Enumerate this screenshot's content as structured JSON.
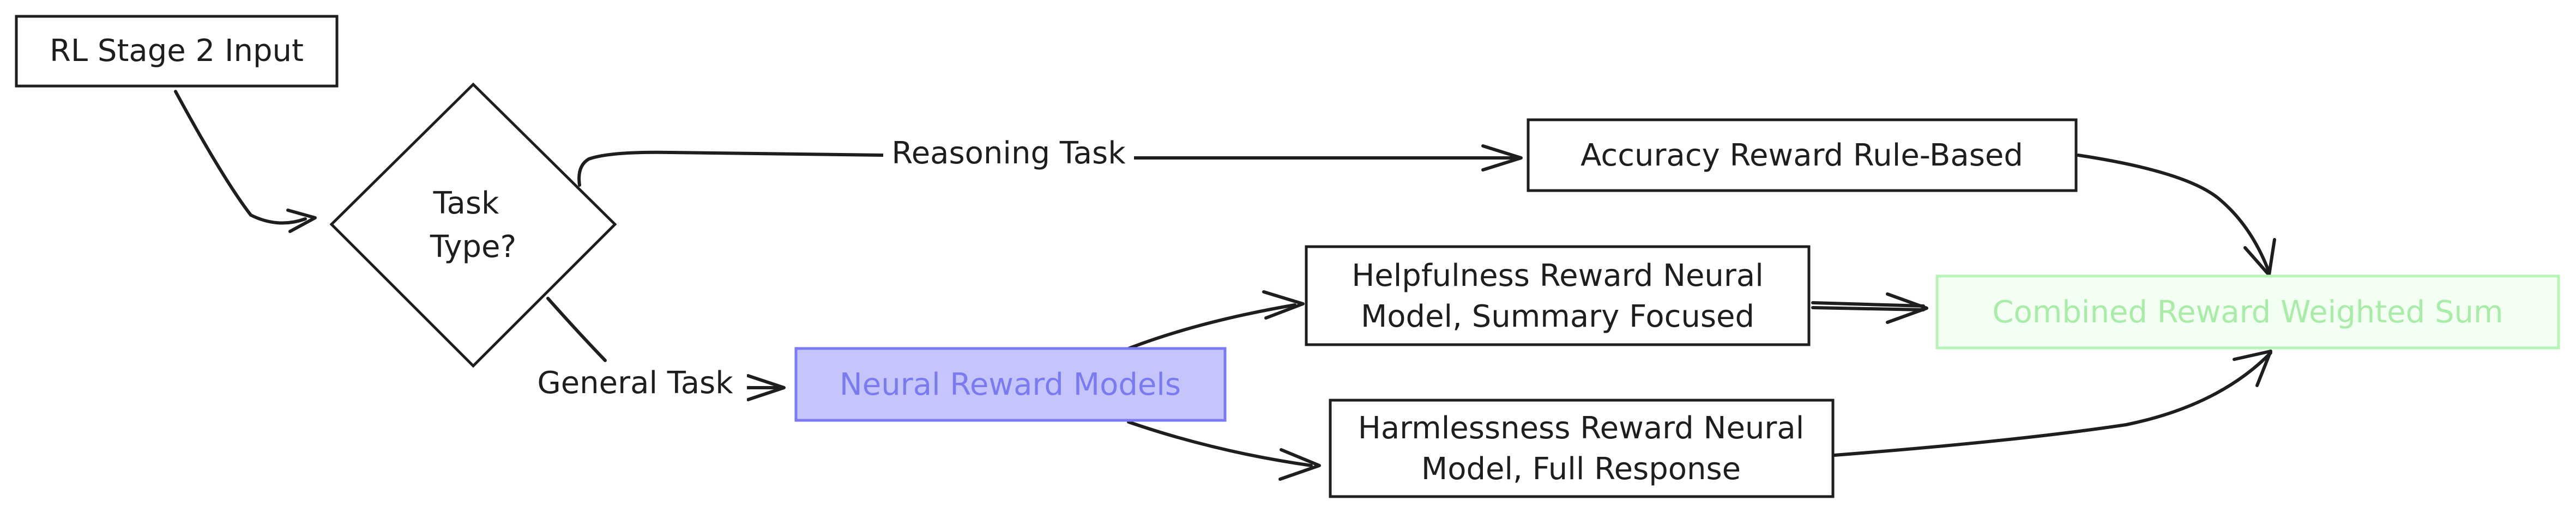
{
  "diagram": {
    "nodes": {
      "input": {
        "label": "RL Stage 2 Input"
      },
      "decision": {
        "lines": [
          "Task",
          "Type?"
        ]
      },
      "accuracy": {
        "label": "Accuracy Reward Rule-Based"
      },
      "helpfulness": {
        "lines": [
          "Helpfulness Reward Neural",
          "Model, Summary Focused"
        ]
      },
      "neural": {
        "label": "Neural Reward Models",
        "fill": "#c5c5fb",
        "stroke": "#7b7bf1",
        "text_color": "#7b7bf1"
      },
      "harmlessness": {
        "lines": [
          "Harmlessness Reward Neural",
          "Model, Full Response"
        ]
      },
      "combined": {
        "label": "Combined Reward Weighted Sum",
        "fill": "#f3fff3",
        "stroke": "#b7f5b7",
        "text_color": "#a8eca8"
      }
    },
    "edges": {
      "reasoning": {
        "label": "Reasoning Task"
      },
      "general": {
        "label": "General Task"
      }
    },
    "stroke_color": "#1e1e1e"
  }
}
